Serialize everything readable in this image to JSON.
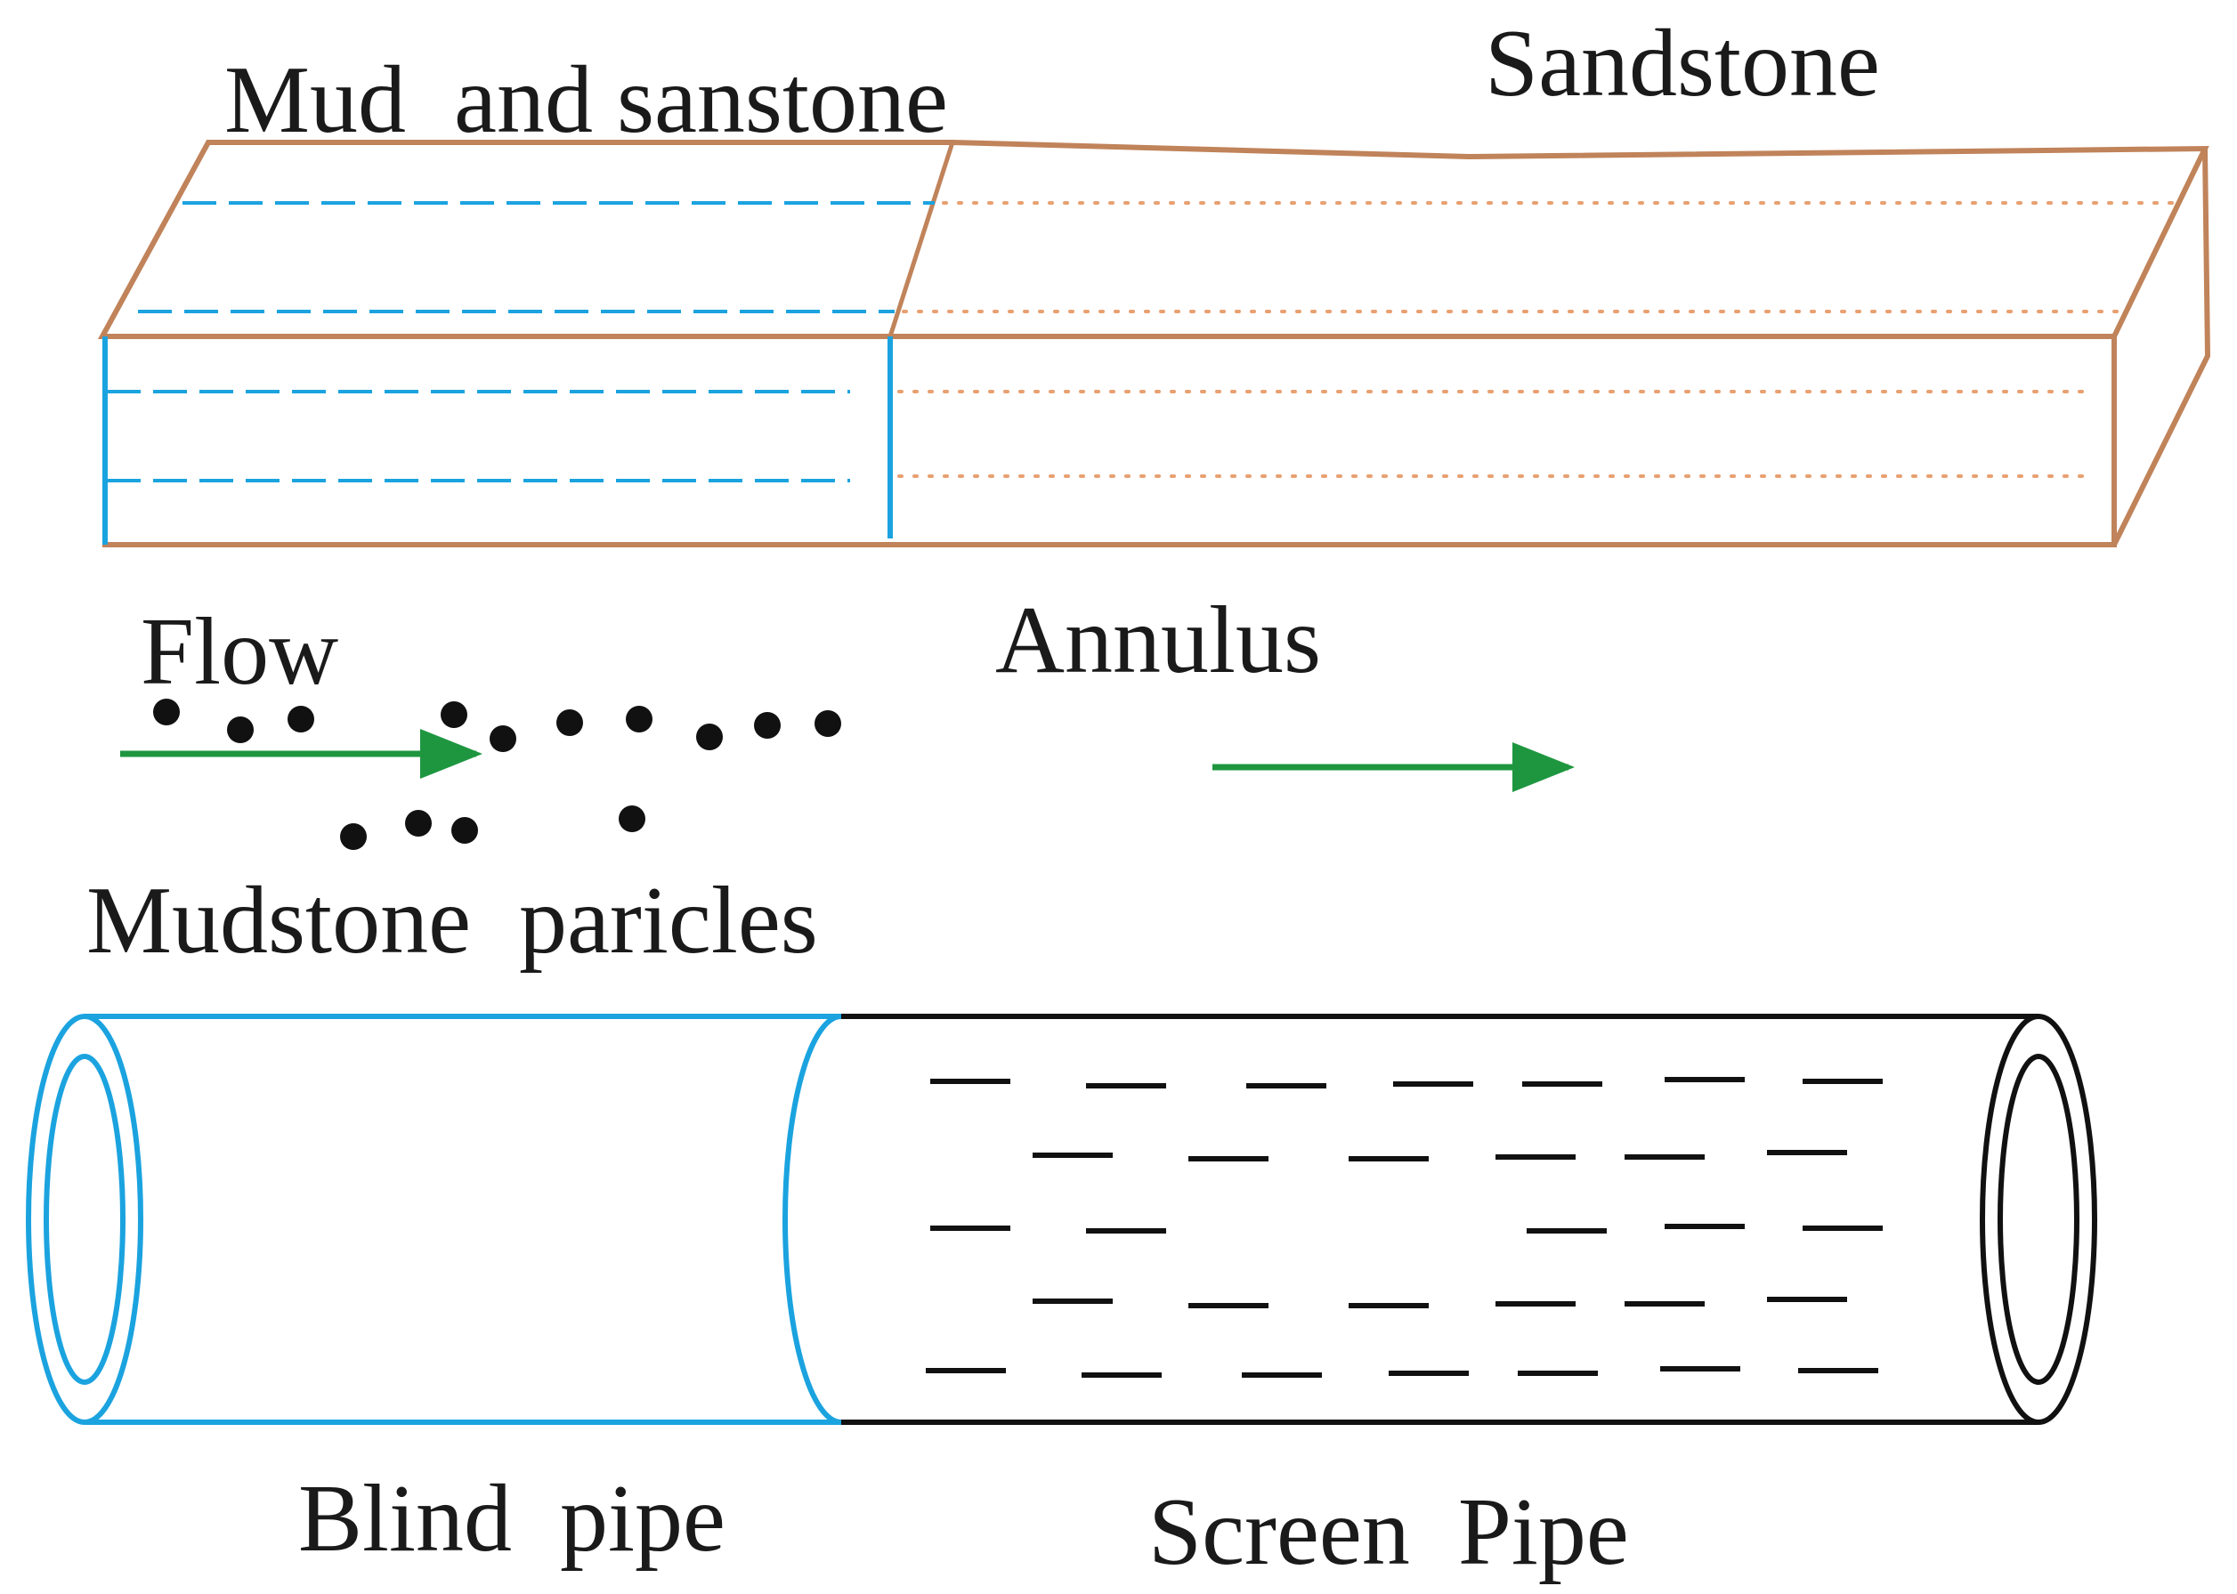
{
  "labels": {
    "mud_and_sandstone": "Mud  and sanstone",
    "sandstone": "Sandstone",
    "flow": "Flow",
    "annulus": "Annulus",
    "mudstone_particles": "Mudstone  paricles",
    "blind_pipe": "Blind  pipe",
    "screen_pipe": "Screen  Pipe"
  },
  "colors": {
    "formation_outline": "#c0835a",
    "mud_section": "#1ba3df",
    "sandstone_dots": "#e8a070",
    "flow_arrow": "#1e9640",
    "particles": "#111111",
    "screen_pipe": "#111111",
    "blind_pipe": "#1ba3df"
  },
  "icons": {
    "flow_arrow": "arrow-right-icon",
    "particle": "dot-icon"
  }
}
